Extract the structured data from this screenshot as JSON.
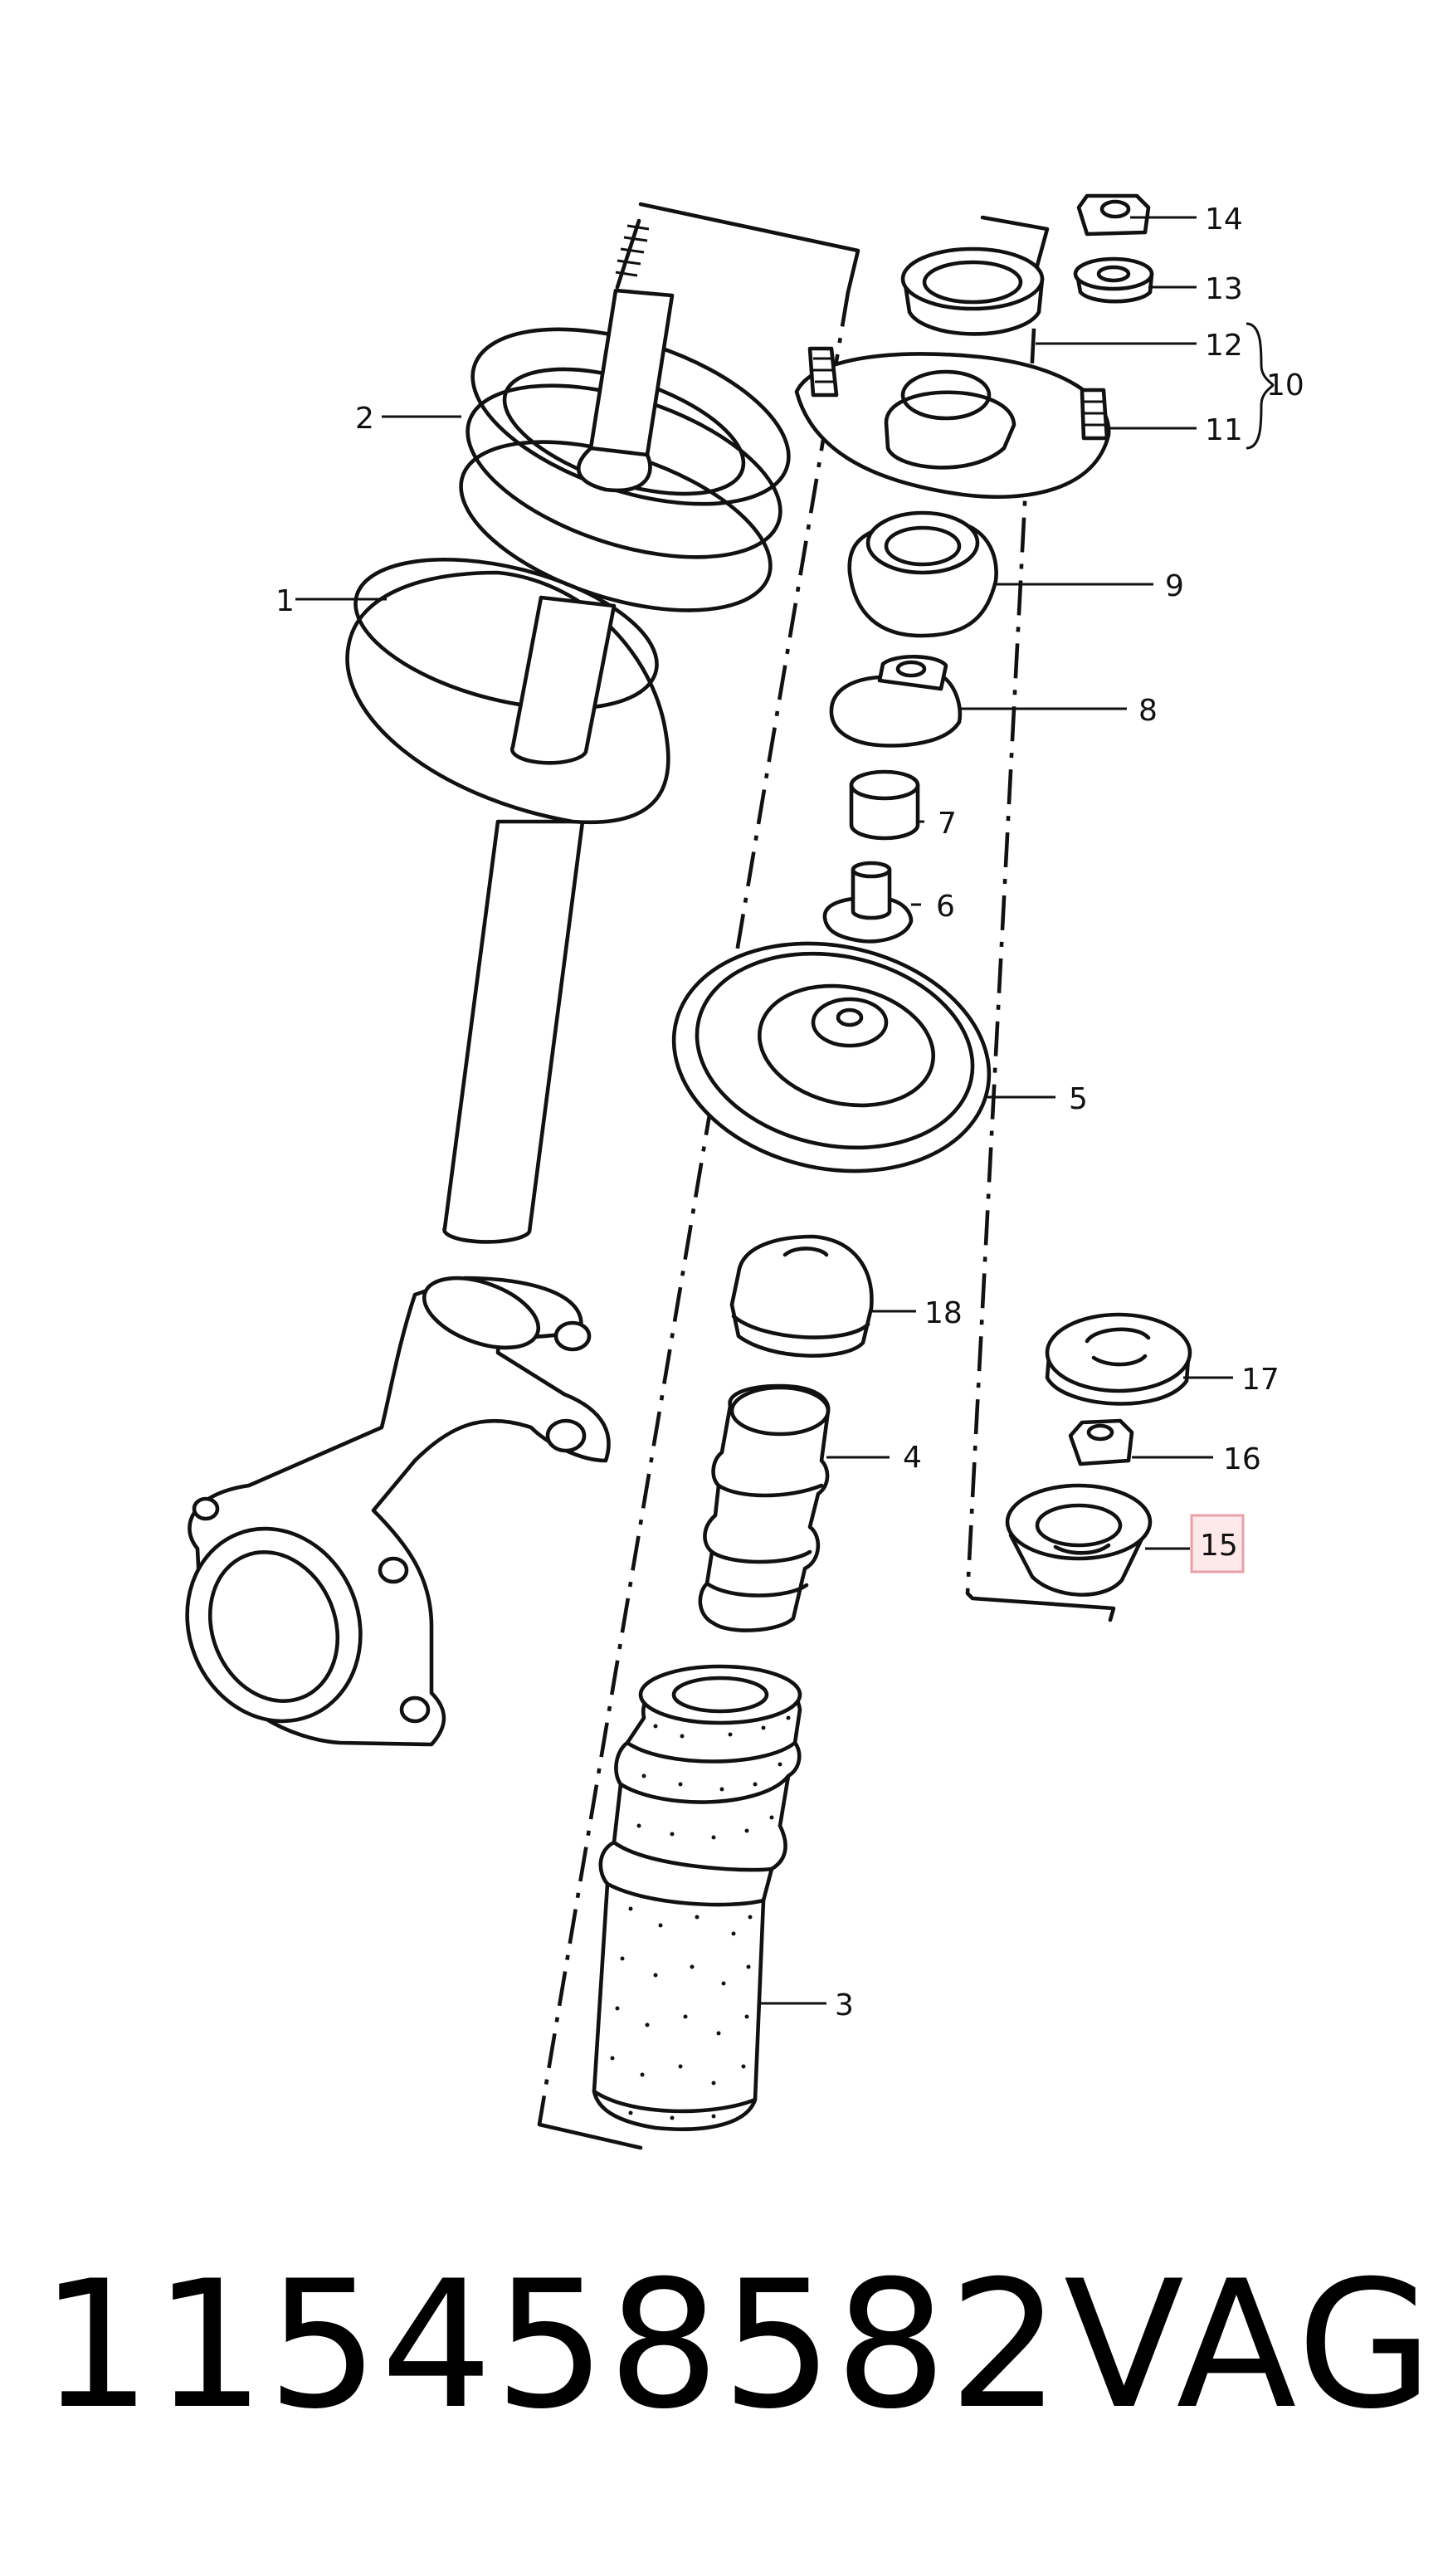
{
  "diagram": {
    "callouts": [
      {
        "id": "1",
        "label": "1"
      },
      {
        "id": "2",
        "label": "2"
      },
      {
        "id": "3",
        "label": "3"
      },
      {
        "id": "4",
        "label": "4"
      },
      {
        "id": "5",
        "label": "5"
      },
      {
        "id": "6",
        "label": "6"
      },
      {
        "id": "7",
        "label": "7"
      },
      {
        "id": "8",
        "label": "8"
      },
      {
        "id": "9",
        "label": "9"
      },
      {
        "id": "10",
        "label": "10"
      },
      {
        "id": "11",
        "label": "11"
      },
      {
        "id": "12",
        "label": "12"
      },
      {
        "id": "13",
        "label": "13"
      },
      {
        "id": "14",
        "label": "14"
      },
      {
        "id": "15",
        "label": "15"
      },
      {
        "id": "16",
        "label": "16"
      },
      {
        "id": "17",
        "label": "17"
      },
      {
        "id": "18",
        "label": "18"
      }
    ],
    "highlighted_callout": "15",
    "highlight_color": "#e8a0a8"
  },
  "footer": {
    "part_number": "115458582",
    "brand": "VAG"
  }
}
